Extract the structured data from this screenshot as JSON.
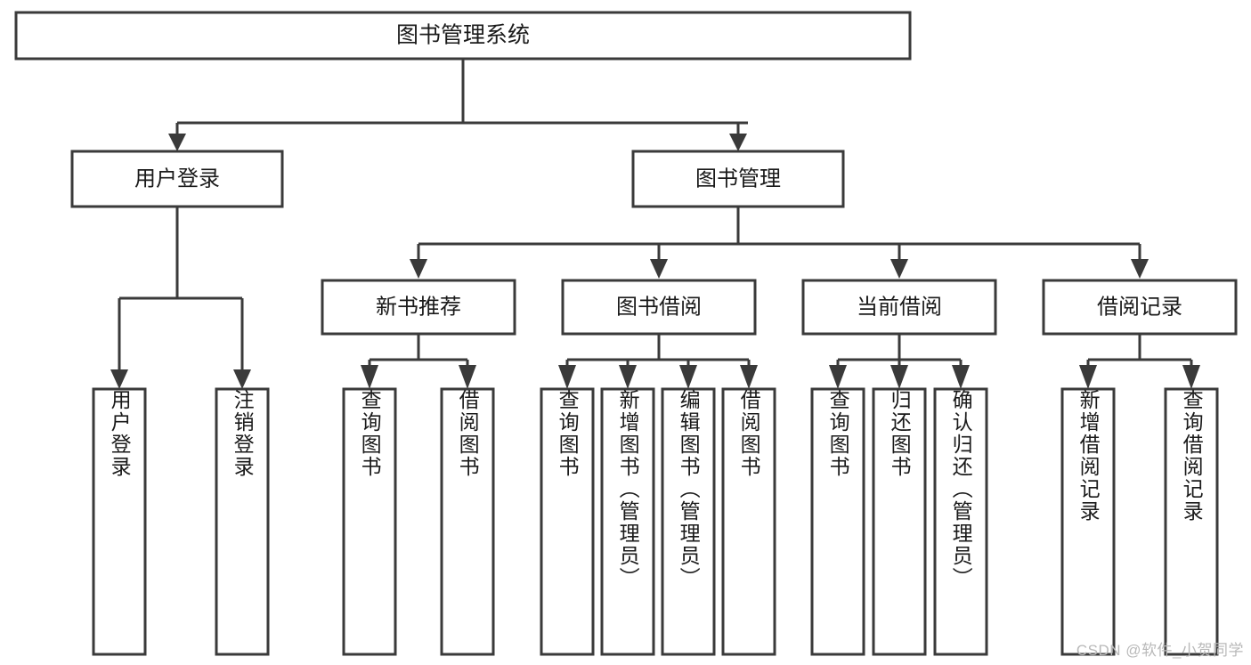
{
  "diagram": {
    "type": "tree",
    "title_node": {
      "label": "图书管理系统"
    },
    "level1": [
      {
        "label": "用户登录"
      },
      {
        "label": "图书管理"
      }
    ],
    "level2": [
      {
        "label": "新书推荐"
      },
      {
        "label": "图书借阅"
      },
      {
        "label": "当前借阅"
      },
      {
        "label": "借阅记录"
      }
    ],
    "leaves": {
      "user_login": [
        {
          "label": "用户登录"
        },
        {
          "label": "注销登录"
        }
      ],
      "new_book_recommend": [
        {
          "label": "查询图书"
        },
        {
          "label": "借阅图书"
        }
      ],
      "book_borrow": [
        {
          "label": "查询图书"
        },
        {
          "label": "新增图书（管理员）"
        },
        {
          "label": "编辑图书（管理员）"
        },
        {
          "label": "借阅图书"
        }
      ],
      "current_borrow": [
        {
          "label": "查询图书"
        },
        {
          "label": "归还图书"
        },
        {
          "label": "确认归还（管理员）"
        }
      ],
      "borrow_record": [
        {
          "label": "新增借阅记录"
        },
        {
          "label": "查询借阅记录"
        }
      ]
    }
  },
  "watermark": {
    "text": "CSDN @软件_小贺同学"
  },
  "colors": {
    "stroke": "#3a3a3a",
    "fill": "#ffffff",
    "text": "#1a1a1a",
    "watermark": "#b9b9b9"
  }
}
